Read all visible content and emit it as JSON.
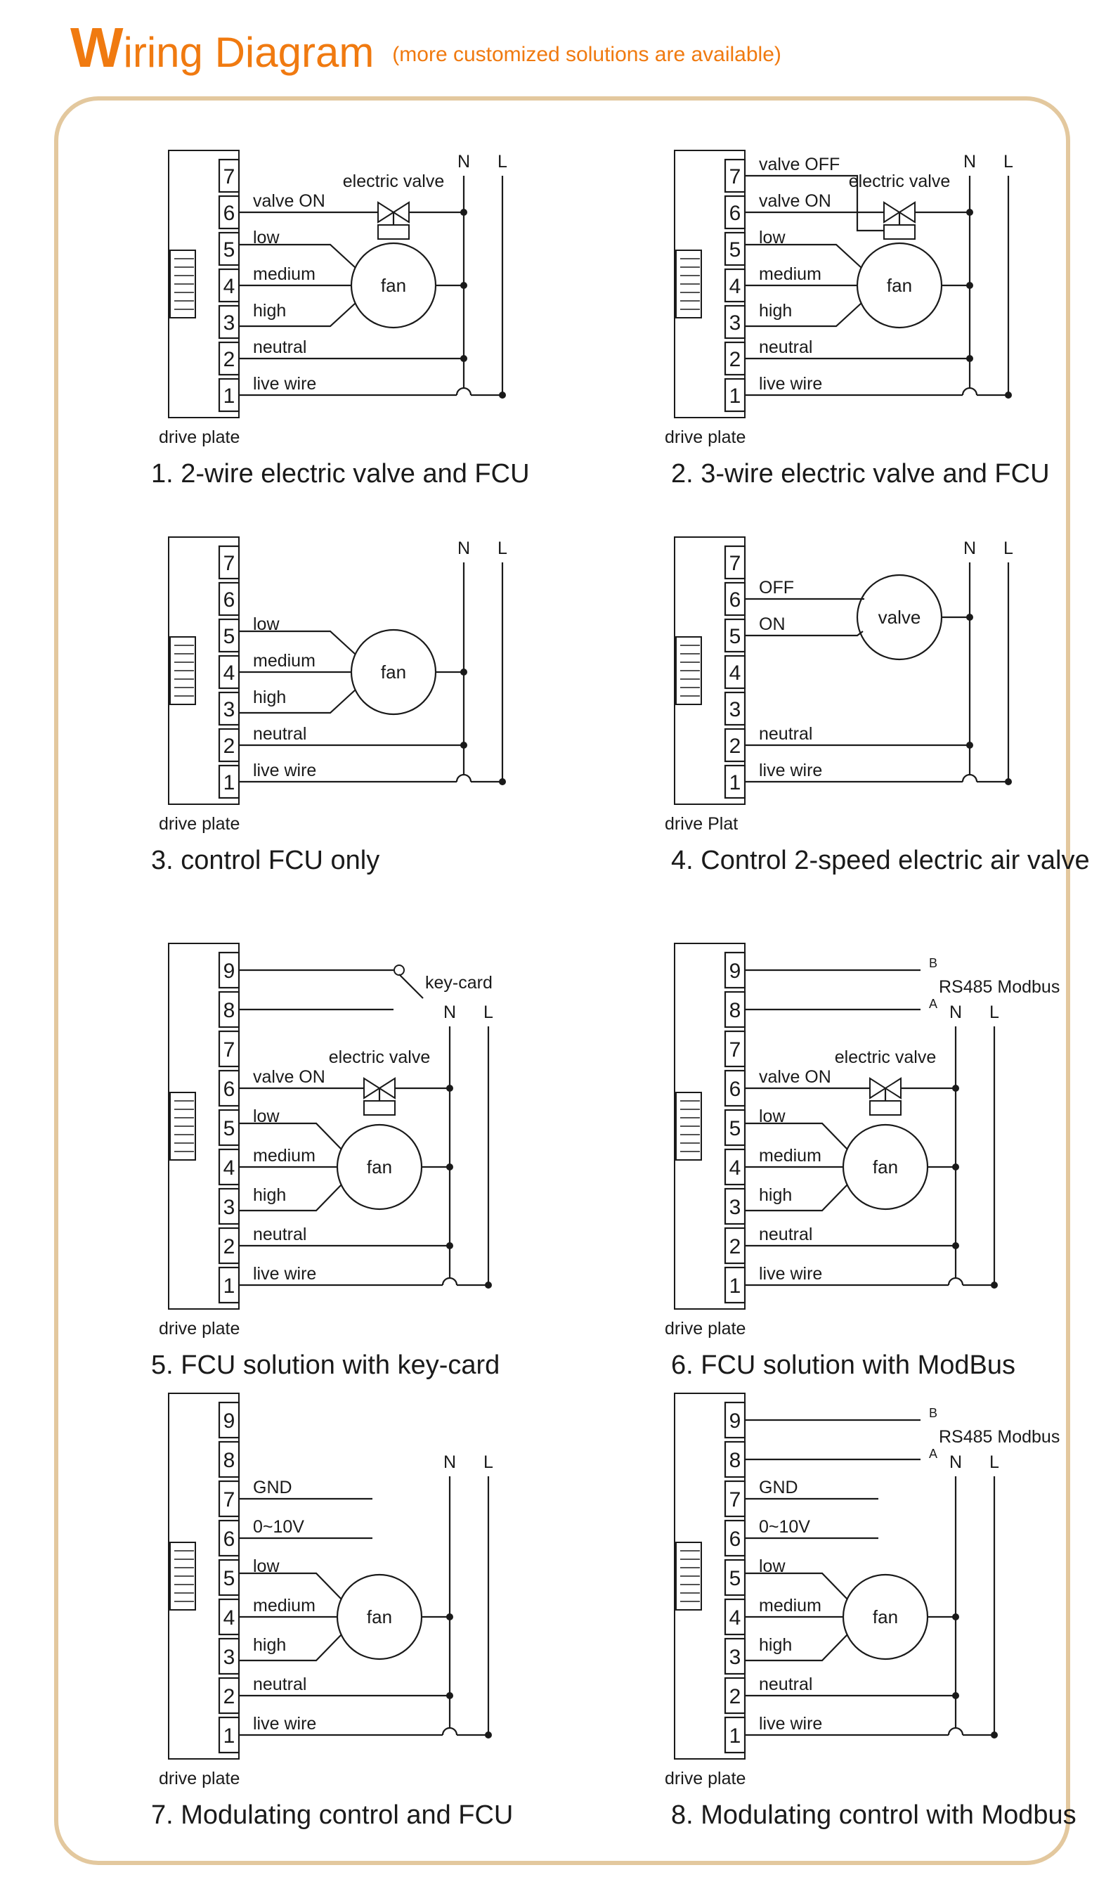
{
  "header": {
    "title_initial": "W",
    "title_rest": "iring Diagram",
    "subtitle": "(more customized solutions are available)"
  },
  "colors": {
    "accent": "#f07a10",
    "frame": "#e3c89e",
    "ink": "#1a1a1a"
  },
  "diagrams": [
    {
      "caption": "1. 2-wire electric valve and FCU",
      "plate_label": "drive plate",
      "terminals": [
        "7",
        "6",
        "5",
        "4",
        "3",
        "2",
        "1"
      ],
      "labels": {
        "6": "valve ON",
        "5": "low",
        "4": "medium",
        "3": "high",
        "2": "neutral",
        "1": "live wire"
      },
      "device": "fan",
      "valve_label": "electric valve",
      "n": "N",
      "l": "L"
    },
    {
      "caption": "2. 3-wire electric valve and FCU",
      "plate_label": "drive plate",
      "terminals": [
        "7",
        "6",
        "5",
        "4",
        "3",
        "2",
        "1"
      ],
      "labels": {
        "7": "valve OFF",
        "6": "valve ON",
        "5": "low",
        "4": "medium",
        "3": "high",
        "2": "neutral",
        "1": "live wire"
      },
      "device": "fan",
      "valve_label": "electric valve",
      "n": "N",
      "l": "L"
    },
    {
      "caption": "3. control FCU only",
      "plate_label": "drive plate",
      "terminals": [
        "7",
        "6",
        "5",
        "4",
        "3",
        "2",
        "1"
      ],
      "labels": {
        "5": "low",
        "4": "medium",
        "3": "high",
        "2": "neutral",
        "1": "live wire"
      },
      "device": "fan",
      "n": "N",
      "l": "L"
    },
    {
      "caption": "4. Control 2-speed electric air valve",
      "plate_label": "drive Plat",
      "terminals": [
        "7",
        "6",
        "5",
        "4",
        "3",
        "2",
        "1"
      ],
      "labels": {
        "6": "OFF",
        "5": "ON",
        "2": "neutral",
        "1": "live wire"
      },
      "device": "valve",
      "n": "N",
      "l": "L"
    },
    {
      "caption": "5. FCU solution with key-card",
      "plate_label": "drive plate",
      "terminals": [
        "9",
        "8",
        "7",
        "6",
        "5",
        "4",
        "3",
        "2",
        "1"
      ],
      "labels": {
        "6": "valve ON",
        "5": "low",
        "4": "medium",
        "3": "high",
        "2": "neutral",
        "1": "live wire"
      },
      "device": "fan",
      "valve_label": "electric valve",
      "keycard_label": "key-card",
      "n": "N",
      "l": "L"
    },
    {
      "caption": "6. FCU solution with ModBus",
      "plate_label": "drive plate",
      "terminals": [
        "9",
        "8",
        "7",
        "6",
        "5",
        "4",
        "3",
        "2",
        "1"
      ],
      "labels": {
        "6": "valve ON",
        "5": "low",
        "4": "medium",
        "3": "high",
        "2": "neutral",
        "1": "live wire"
      },
      "device": "fan",
      "valve_label": "electric valve",
      "modbus": {
        "b": "B",
        "a": "A",
        "label": "RS485 Modbus"
      },
      "n": "N",
      "l": "L"
    },
    {
      "caption": "7. Modulating control and FCU",
      "plate_label": "drive plate",
      "terminals": [
        "9",
        "8",
        "7",
        "6",
        "5",
        "4",
        "3",
        "2",
        "1"
      ],
      "labels": {
        "7": "GND",
        "6": "0~10V",
        "5": "low",
        "4": "medium",
        "3": "high",
        "2": "neutral",
        "1": "live wire"
      },
      "device": "fan",
      "n": "N",
      "l": "L"
    },
    {
      "caption": "8. Modulating control with Modbus",
      "plate_label": "drive plate",
      "terminals": [
        "9",
        "8",
        "7",
        "6",
        "5",
        "4",
        "3",
        "2",
        "1"
      ],
      "labels": {
        "7": "GND",
        "6": "0~10V",
        "5": "low",
        "4": "medium",
        "3": "high",
        "2": "neutral",
        "1": "live wire"
      },
      "device": "fan",
      "modbus": {
        "b": "B",
        "a": "A",
        "label": "RS485 Modbus"
      },
      "n": "N",
      "l": "L"
    }
  ]
}
